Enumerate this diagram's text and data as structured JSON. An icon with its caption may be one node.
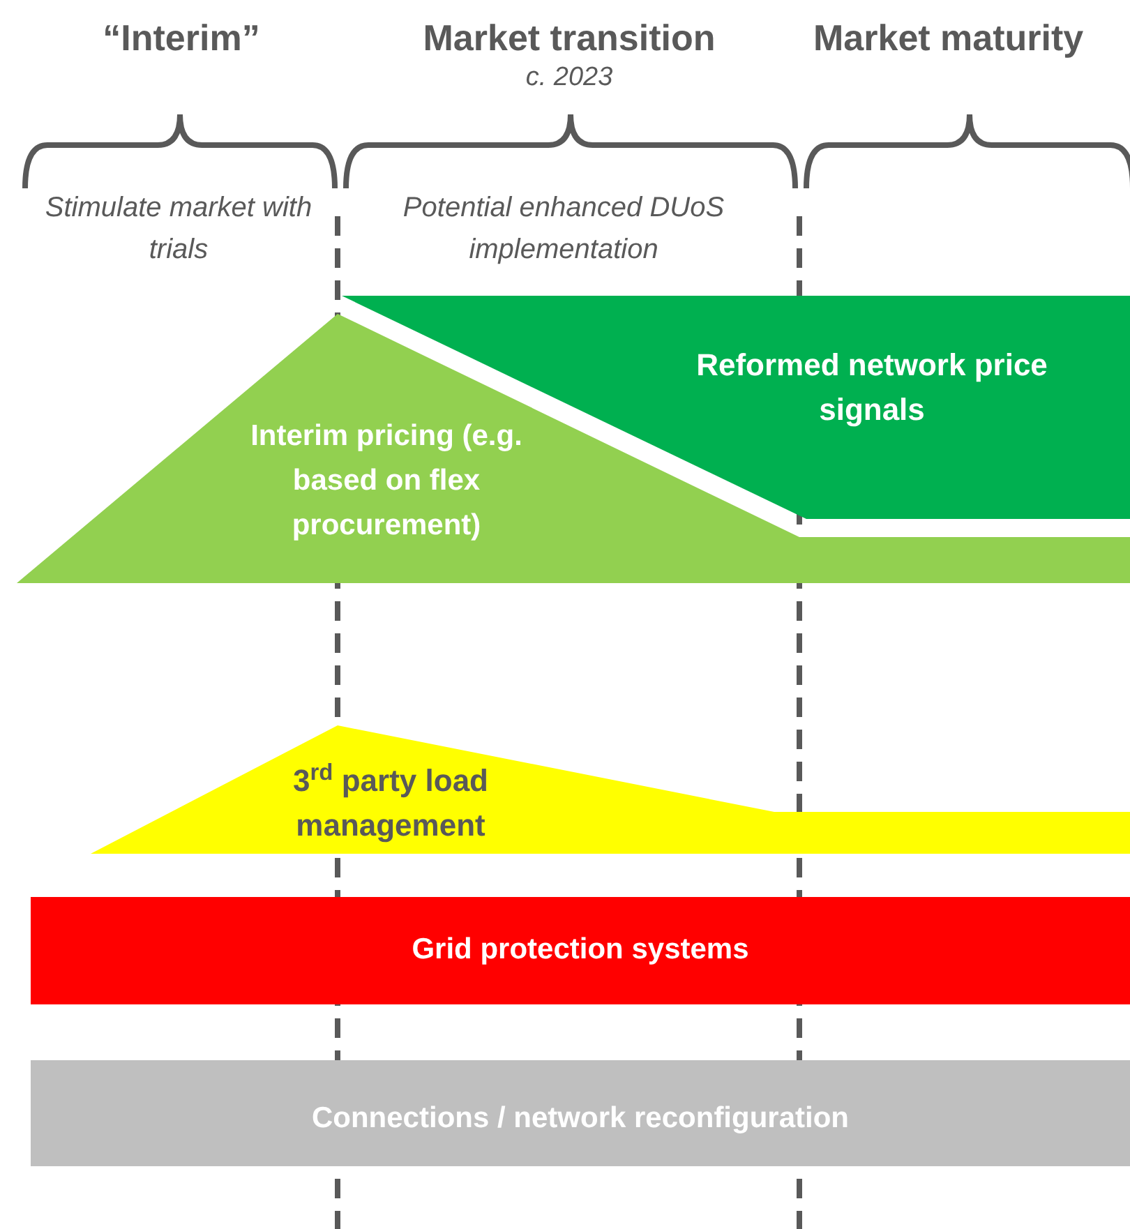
{
  "diagram": {
    "nodes": [
      {
        "text": [
          "Reformed network price signals"
        ]
      },
      {
        "text": [
          "Interim pricing (e.g. based on flex procurement)"
        ]
      },
      {
        "text": [
          "3$^{rd}$ party load management"
        ]
      },
      {
        "text": [
          "Grid protection systems"
        ]
      },
      {
        "text": [
          "Connections / network reconfiguration"
        ]
      }
    ],
    "labels": [
      "“Interim”",
      "Market transition",
      "c. 2023",
      "Market maturity",
      "Stimulate market with trials",
      "Potential enhanced DUoS implementation"
    ]
  }
}
